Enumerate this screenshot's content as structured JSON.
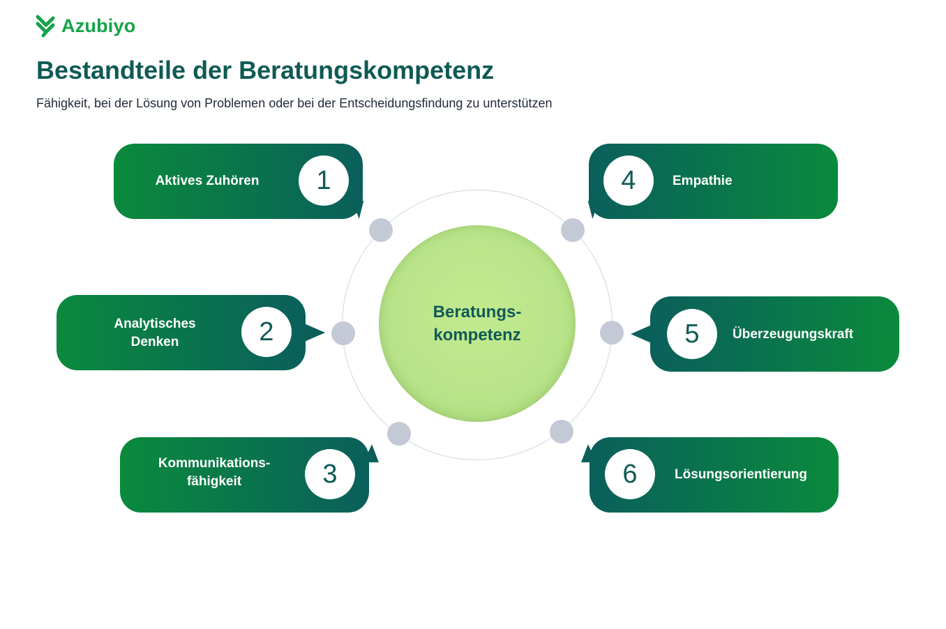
{
  "brand": {
    "name": "Azubiyo",
    "color": "#16a34a",
    "icon": "azubiyo-logo-icon"
  },
  "heading": {
    "title": "Bestandteile der Beratungskompetenz",
    "subtitle": "Fähigkeit, bei der Lösung von Problemen oder bei der Entscheidungsfindung zu unterstützen"
  },
  "center": {
    "label": "Beratungs-\nkompetenz",
    "color": "#bde68a"
  },
  "colors": {
    "card_green": "#0a8a3c",
    "card_teal": "#0a5f5b",
    "text_dark": "#0f5a55",
    "dot_grey": "#c3c9d5"
  },
  "components": [
    {
      "number": "1",
      "label": "Aktives Zuhören"
    },
    {
      "number": "2",
      "label": "Analytisches\nDenken"
    },
    {
      "number": "3",
      "label": "Kommunikations-\nfähigkeit"
    },
    {
      "number": "4",
      "label": "Empathie"
    },
    {
      "number": "5",
      "label": "Überzeugungskraft"
    },
    {
      "number": "6",
      "label": "Lösungsorientierung"
    }
  ]
}
